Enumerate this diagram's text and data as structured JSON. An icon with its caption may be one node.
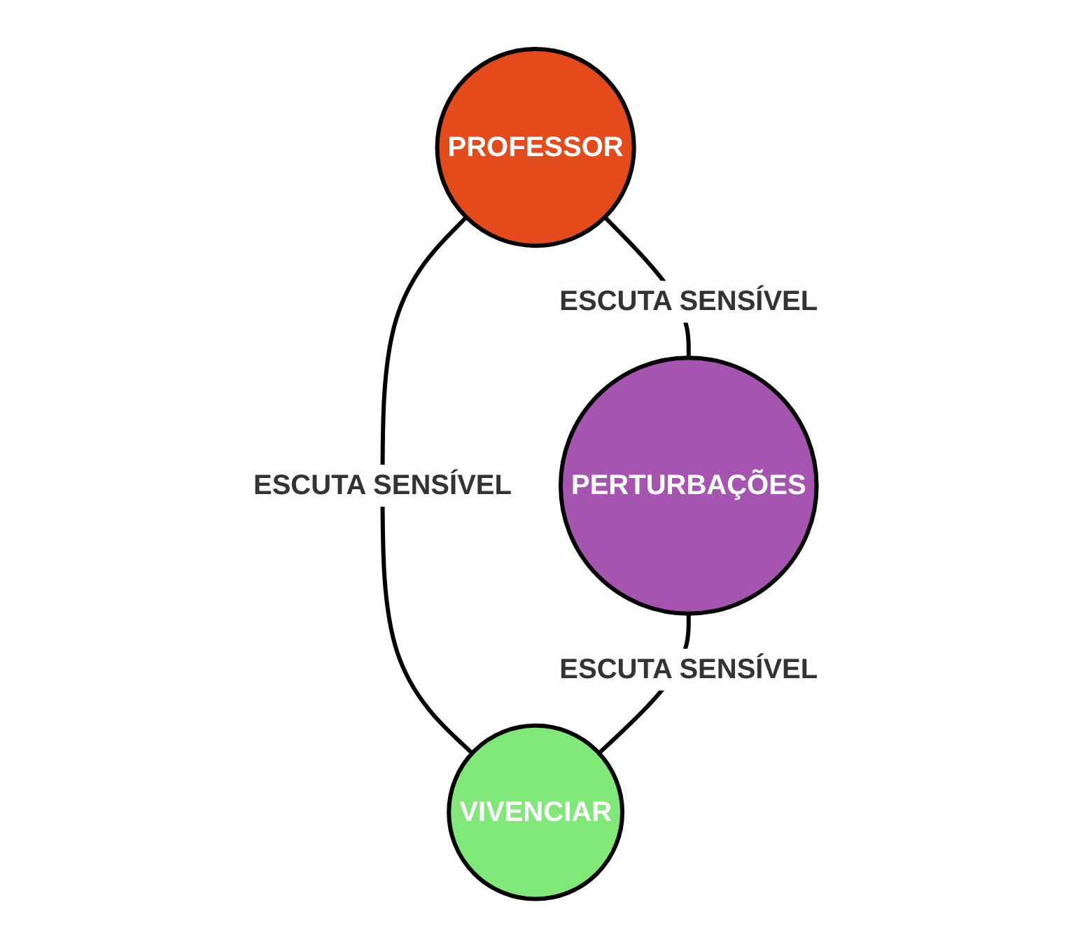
{
  "diagram": {
    "nodes": [
      {
        "text": [
          "PROFESSOR"
        ]
      },
      {
        "text": [
          "PERTURBAÇÕES"
        ]
      },
      {
        "text": [
          "VIVENCIAR"
        ]
      }
    ],
    "edges": [
      {
        "from": 0,
        "to": 1,
        "arrow": "none",
        "label": "ESCUTA SENSÍVEL"
      },
      {
        "from": 0,
        "to": 2,
        "arrow": "none",
        "label": "ESCUTA SENSÍVEL"
      },
      {
        "from": 1,
        "to": 2,
        "arrow": "none",
        "label": "ESCUTA SENSÍVEL"
      }
    ]
  }
}
